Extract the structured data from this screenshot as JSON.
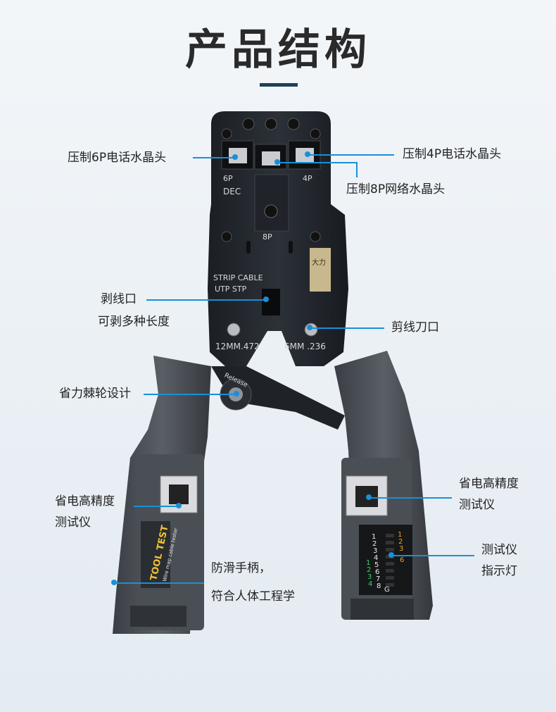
{
  "title": "产品结构",
  "colors": {
    "accent": "#1a8fd8",
    "title_bar": "#1e4257"
  },
  "tool_markings": {
    "six_p": "6P",
    "dec": "DEC",
    "four_p": "4P",
    "eight_p": "8P",
    "strip_cable": "STRIP  CABLE",
    "utp_stp": "UTP  STP",
    "size_left": "12MM.472",
    "size_right": "6MM  .236",
    "release": "Release",
    "brand_stamp": "大力",
    "tool_test": "TOOL TEST",
    "wire_map": "Wire map cable tester",
    "led_left": [
      "1",
      "2",
      "3",
      "4",
      "5",
      "6",
      "7",
      "8",
      "G"
    ],
    "led_mid_green": [
      "1",
      "2",
      "3",
      "4"
    ],
    "led_right_orange": [
      "1",
      "2",
      "3",
      "6"
    ]
  },
  "labels": {
    "crimp_6p": "压制6P电话水晶头",
    "crimp_4p": "压制4P电话水晶头",
    "crimp_8p": "压制8P网络水晶头",
    "strip_1": "剥线口",
    "strip_2": "可剥多种长度",
    "cutter": "剪线刀口",
    "ratchet": "省力棘轮设计",
    "tester_left_1": "省电高精度",
    "tester_left_2": "测试仪",
    "tester_right_1": "省电高精度",
    "tester_right_2": "测试仪",
    "indicator_1": "测试仪",
    "indicator_2": "指示灯",
    "handle_1": "防滑手柄，",
    "handle_2": "符合人体工程学"
  }
}
